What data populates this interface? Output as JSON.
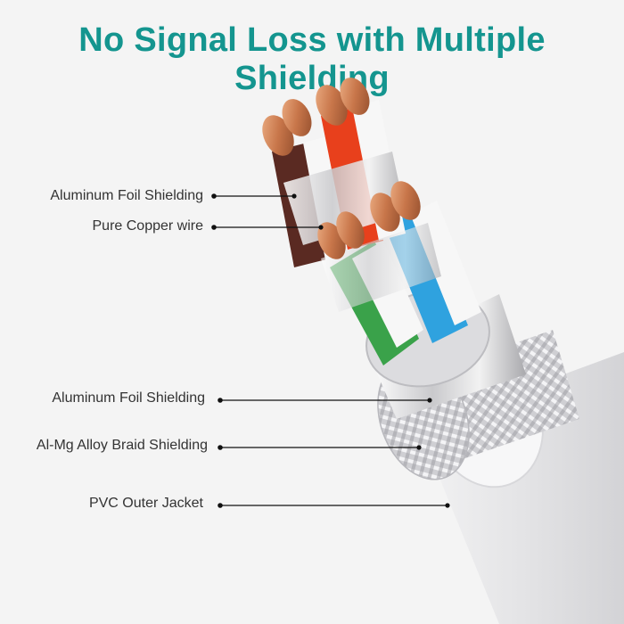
{
  "title": "No Signal Loss with Multiple Shielding",
  "colors": {
    "title": "#14958f",
    "label_text": "#333333",
    "leader_line": "#111111",
    "jacket": "#e9e9ea",
    "copper": "#c8764a",
    "wire_green": "#3aa24a",
    "wire_blue": "#2fa2df",
    "wire_orange": "#e8401c",
    "wire_brown": "#5a2a22"
  },
  "labels": {
    "foil_inner": "Aluminum Foil Shielding",
    "copper": "Pure Copper wire",
    "foil_outer": "Aluminum Foil Shielding",
    "braid": "Al-Mg Alloy Braid Shielding",
    "jacket": "PVC Outer Jacket"
  }
}
